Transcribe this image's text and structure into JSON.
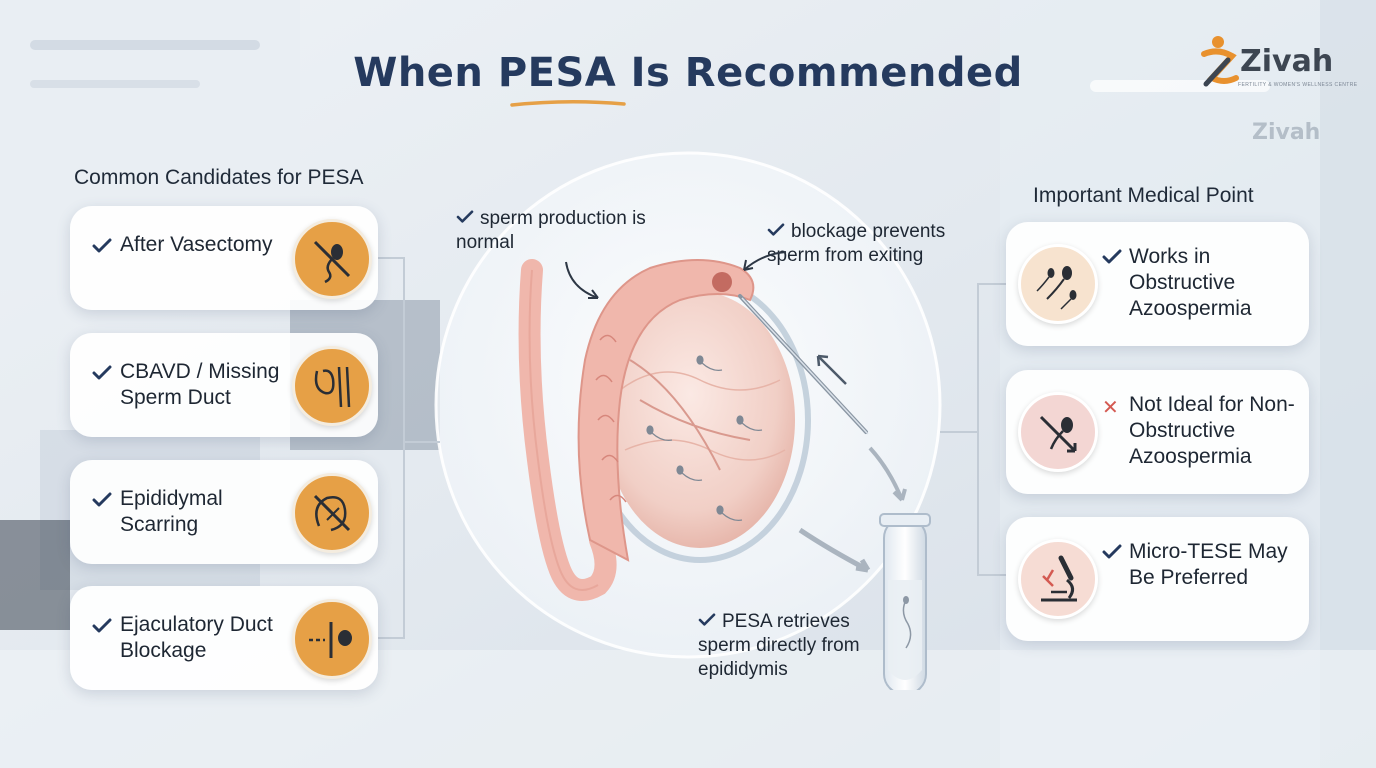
{
  "title": {
    "prefix": "When ",
    "accent": "PESA",
    "suffix": " Is Recommended"
  },
  "logo": {
    "name": "Zivah",
    "tagline": "FERTILITY & WOMEN'S WELLNESS CENTRE",
    "wall_text": "Zivah",
    "brand_color": "#e8912e"
  },
  "left_section": {
    "heading": "Common Candidates for PESA",
    "items": [
      {
        "label": "After Vasectomy",
        "icon": "no-sperm-icon"
      },
      {
        "label": "CBAVD / Missing Sperm Duct",
        "icon": "duct-anatomy-icon"
      },
      {
        "label": "Epididymal Scarring",
        "icon": "scarring-icon"
      },
      {
        "label": "Ejaculatory Duct Blockage",
        "icon": "blocked-duct-icon"
      }
    ]
  },
  "right_section": {
    "heading": "Important Medical Point",
    "items": [
      {
        "label": "Works in Obstructive Azoospermia",
        "mark": "check",
        "icon": "sperm-group-icon"
      },
      {
        "label": "Not Ideal for Non-Obstructive Azoospermia",
        "mark": "cross",
        "icon": "crossed-sperm-icon"
      },
      {
        "label": "Micro-TESE May Be Preferred",
        "mark": "check",
        "icon": "microscope-icon"
      }
    ]
  },
  "center": {
    "annotations": {
      "production": "sperm production is normal",
      "blockage": "blockage prevents sperm from exiting",
      "retrieval": "PESA retrieves sperm directly from epididymis"
    }
  },
  "colors": {
    "title": "#253a5e",
    "accent_orange": "#e6a046",
    "check": "#253a5e",
    "cross": "#d45a52",
    "tissue": "#f0b7ac"
  }
}
